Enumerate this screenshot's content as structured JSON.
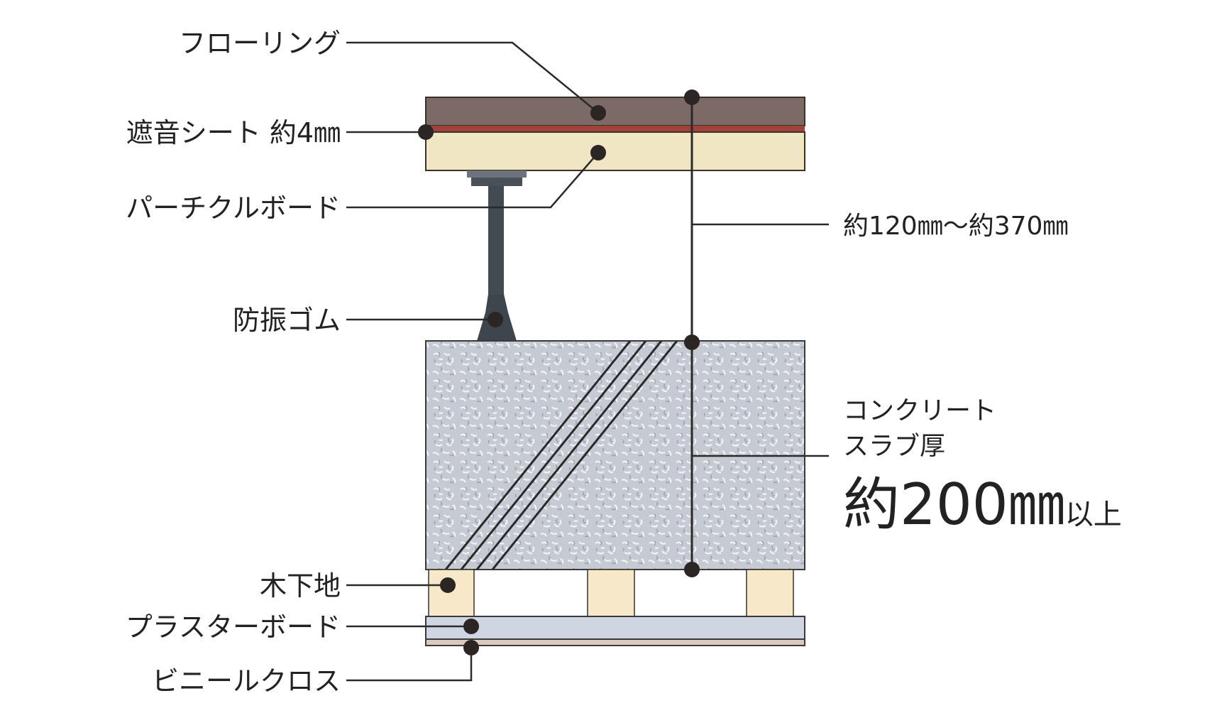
{
  "labels": {
    "flooring": "フローリング",
    "sound_sheet": "遮音シート 約4㎜",
    "particle_board": "パーチクルボード",
    "rubber": "防振ゴム",
    "wood_base": "木下地",
    "plaster_board": "プラスターボード",
    "vinyl_cloth": "ビニールクロス",
    "height_range": "約120㎜〜約370㎜",
    "slab_line1": "コンクリート",
    "slab_line2": "スラブ厚",
    "slab_value": "約200㎜",
    "slab_suffix": "以上"
  },
  "colors": {
    "flooring": "#7c6a66",
    "sound_sheet": "#a0413a",
    "particle_board": "#f0e6c4",
    "support": "#4a5058",
    "concrete": "#c4c8d0",
    "joist": "#f6e8c8",
    "plaster": "#cfd6e2",
    "cloth": "#8a6a5e",
    "line": "#2a2a2a",
    "dot": "#2b2624"
  }
}
